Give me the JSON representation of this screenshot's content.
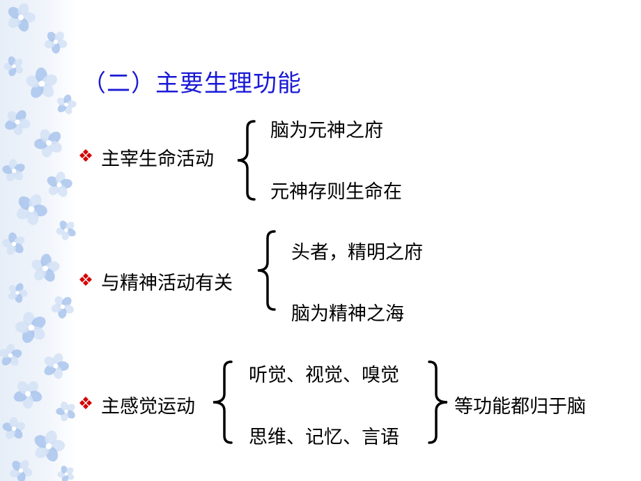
{
  "decoration": {
    "icon": "flower-pattern-icon",
    "colors": {
      "petal": "#a9c4ec",
      "petal_light": "#d4e2f6",
      "center": "#ffffff"
    }
  },
  "title": "（二）主要生理功能",
  "accent_color": "#1a1ad6",
  "bullet_color": "#d40000",
  "sections": [
    {
      "bullet_icon": "diamond-bullet-icon",
      "label": "主宰生命活动",
      "items": [
        "脑为元神之府",
        "元神存则生命在"
      ]
    },
    {
      "bullet_icon": "diamond-bullet-icon",
      "label": "与精神活动有关",
      "items": [
        "头者，精明之府",
        "脑为精神之海"
      ]
    },
    {
      "bullet_icon": "diamond-bullet-icon",
      "label": "主感觉运动",
      "items": [
        "听觉、视觉、嗅觉",
        "思维、记忆、言语"
      ],
      "conclusion": "等功能都归于脑"
    }
  ]
}
